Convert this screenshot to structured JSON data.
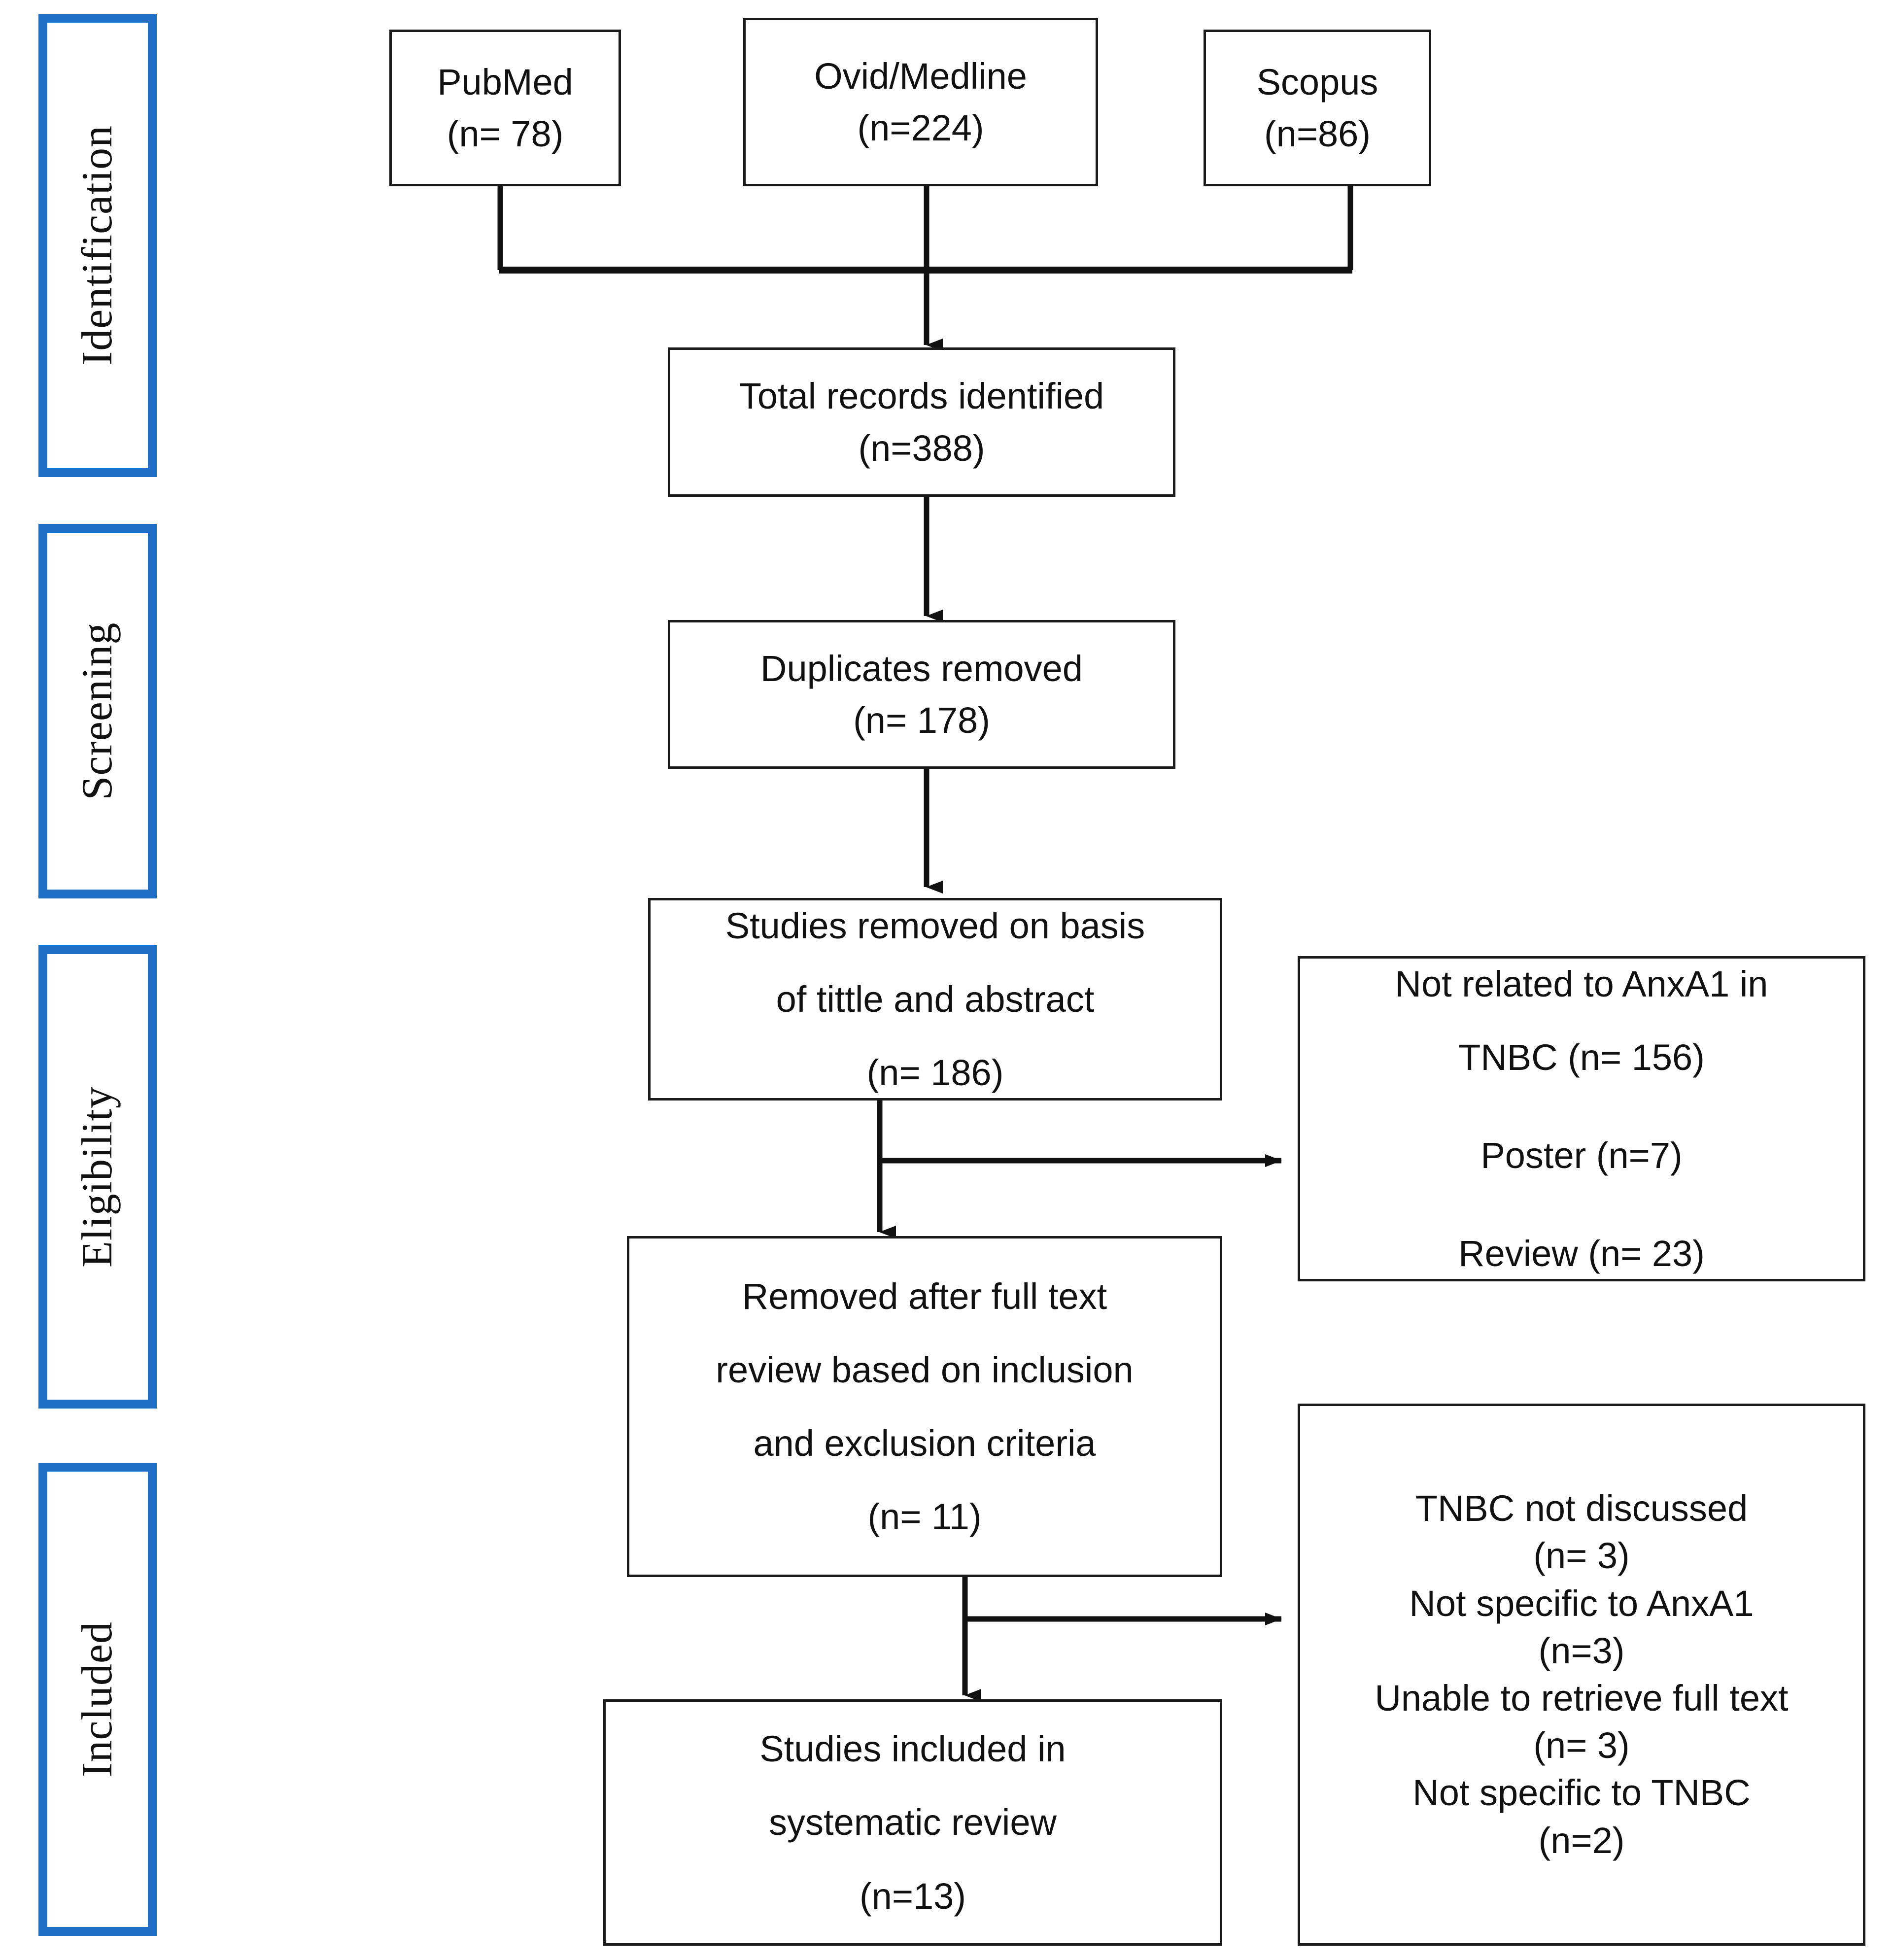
{
  "diagram": {
    "type": "prisma-flow-diagram",
    "title": "PRISMA study selection flow diagram",
    "accent_color": "#1F6FC6",
    "line_color": "#1b1b1b",
    "background": "#ffffff"
  },
  "stages": [
    {
      "id": "identification",
      "label": "Identification"
    },
    {
      "id": "screening",
      "label": "Screening"
    },
    {
      "id": "eligibility",
      "label": "Eligibility"
    },
    {
      "id": "included",
      "label": "Included"
    }
  ],
  "sources": [
    {
      "id": "pubmed",
      "name": "PubMed",
      "count_label": "(n= 78)",
      "n": 78
    },
    {
      "id": "ovid",
      "name": "Ovid/Medline",
      "count_label": "(n=224)",
      "n": 224
    },
    {
      "id": "scopus",
      "name": "Scopus",
      "count_label": "(n=86)",
      "n": 86
    }
  ],
  "nodes": {
    "total_records": {
      "lines": [
        "Total records identified",
        "(n=388)"
      ],
      "n": 388
    },
    "duplicates_removed": {
      "lines": [
        "Duplicates removed",
        "(n= 178)"
      ],
      "n": 178
    },
    "title_abstract_removed": {
      "lines": [
        "Studies removed on basis",
        "of tittle and abstract",
        "(n= 186)"
      ],
      "n": 186
    },
    "fulltext_removed": {
      "lines": [
        "Removed after full text",
        "review based on inclusion",
        "and exclusion criteria",
        "(n= 11)"
      ],
      "n": 11
    },
    "included_studies": {
      "lines": [
        "Studies included in",
        "systematic review",
        "(n=13)"
      ],
      "n": 13
    }
  },
  "exclusions": {
    "screening_reasons": {
      "lines": [
        "Not related to AnxA1 in",
        "TNBC (n= 156)",
        "Poster (n=7)",
        "Review (n= 23)"
      ],
      "items": [
        {
          "reason": "Not related to AnxA1 in TNBC",
          "count_label": "(n= 156)",
          "n": 156
        },
        {
          "reason": "Poster",
          "count_label": "(n=7)",
          "n": 7
        },
        {
          "reason": "Review",
          "count_label": "(n= 23)",
          "n": 23
        }
      ]
    },
    "eligibility_reasons": {
      "lines": [
        "TNBC not discussed",
        "(n= 3)",
        "Not specific to AnxA1",
        "(n=3)",
        "Unable to retrieve full text",
        "(n= 3)",
        "Not specific to TNBC",
        "(n=2)"
      ],
      "items": [
        {
          "reason": "TNBC not discussed",
          "count_label": "(n= 3)",
          "n": 3
        },
        {
          "reason": "Not specific to AnxA1",
          "count_label": "(n=3)",
          "n": 3
        },
        {
          "reason": "Unable to retrieve full text",
          "count_label": "(n= 3)",
          "n": 3
        },
        {
          "reason": "Not specific to TNBC",
          "count_label": "(n=2)",
          "n": 2
        }
      ]
    }
  }
}
